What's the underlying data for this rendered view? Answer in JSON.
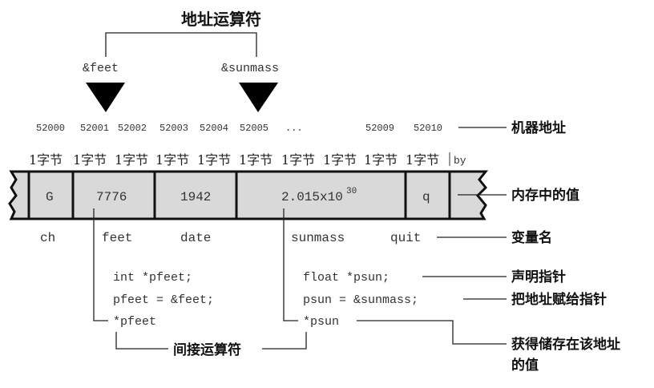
{
  "title": "地址运算符",
  "address_operators": [
    "&feet",
    "&sunmass"
  ],
  "addresses": [
    "52000",
    "52001",
    "52002",
    "52003",
    "52004",
    "52005",
    "...",
    "52009",
    "52010"
  ],
  "address_label": "机器地址",
  "byte_label": "1字节",
  "byte_tail": "by",
  "cells": [
    {
      "value": "G",
      "name": "ch"
    },
    {
      "value": "7776",
      "name": "feet"
    },
    {
      "value": "1942",
      "name": "date"
    },
    {
      "value": "2.015x10",
      "exp": "30",
      "name": "sunmass"
    },
    {
      "value": "q",
      "name": "quit"
    }
  ],
  "value_label": "内存中的值",
  "varname_label": "变量名",
  "code_left": [
    "int *pfeet;",
    "pfeet = &feet;",
    "*pfeet"
  ],
  "code_right": [
    "float *psun;",
    "psun = &sunmass;",
    "*psun"
  ],
  "declare_label": "声明指针",
  "assign_label": "把地址赋给指针",
  "deref_label_1": "获得储存在该地址",
  "deref_label_2": "的值",
  "indirect_label": "间接运算符"
}
